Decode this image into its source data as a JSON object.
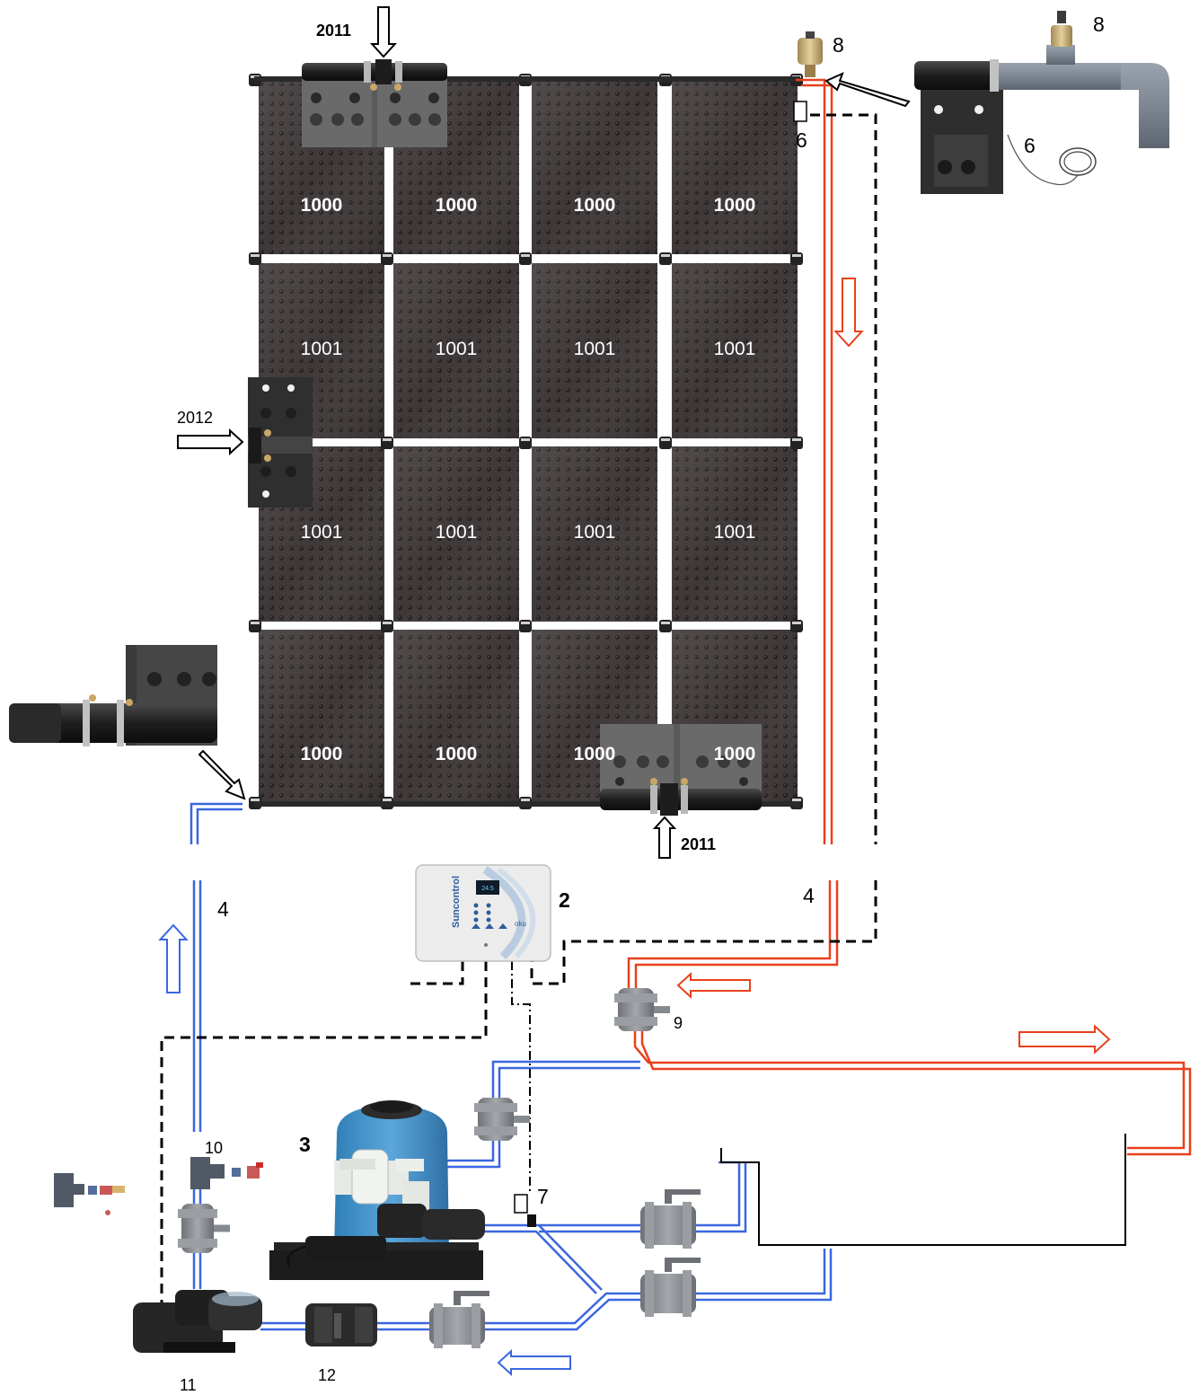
{
  "colors": {
    "hot_pipe": "#e8401c",
    "cold_pipe": "#3a66e0",
    "sensor_cable": "#000000",
    "panel": "#3b3535",
    "controller_accent": "#2b5e9e"
  },
  "labels": {
    "header_top": "2011",
    "header_left": "2012",
    "header_bottom": "2011",
    "panel_end": "1000",
    "panel_mid": "1001",
    "air_vent": "8",
    "air_vent_detail": "8",
    "sensor_top": "6",
    "sensor_detail": "6",
    "pipe_supply": "4",
    "pipe_return": "4",
    "controller": "2",
    "controller_brand": "Suncontrol",
    "controller_maker": "oku",
    "filter": "3",
    "valve_return": "9",
    "tee_fitting": "10",
    "pump_solar": "11",
    "check_valve": "12",
    "sensor_pool": "7"
  },
  "panel_grid": {
    "rows": [
      [
        "1000",
        "1000",
        "1000",
        "1000"
      ],
      [
        "1001",
        "1001",
        "1001",
        "1001"
      ],
      [
        "1001",
        "1001",
        "1001",
        "1001"
      ],
      [
        "1000",
        "1000",
        "1000",
        "1000"
      ]
    ]
  },
  "icons": {
    "flow_arrow": "outline-arrow-icon",
    "valve": "ball-valve-icon",
    "pump": "pump-icon",
    "filter": "sand-filter-icon",
    "controller": "controller-icon",
    "vent": "air-vent-icon"
  }
}
